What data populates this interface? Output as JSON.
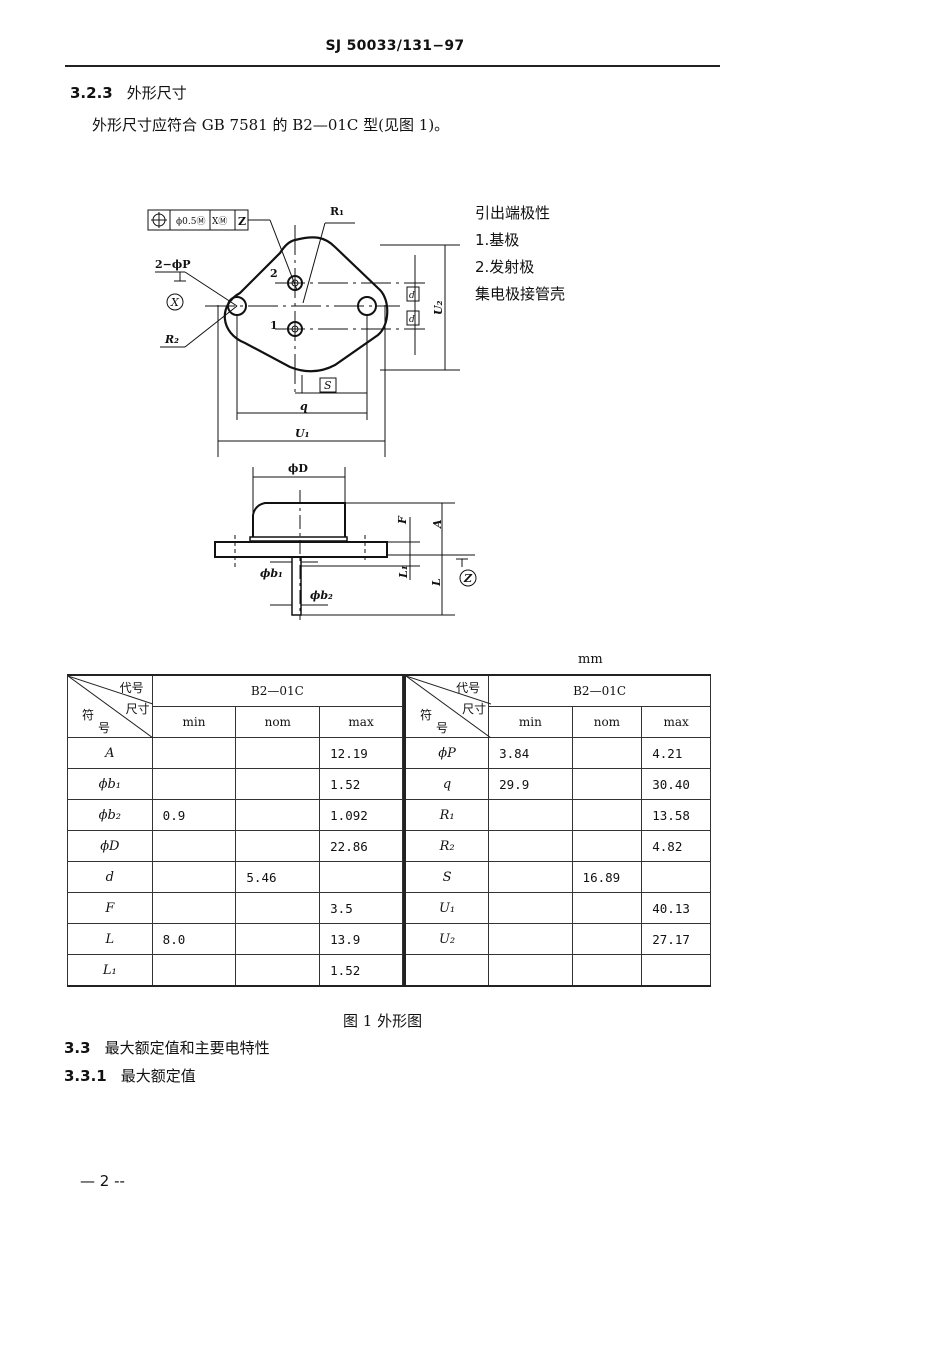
{
  "header": {
    "doc_code": "SJ 50033/131−97"
  },
  "section_323": {
    "number": "3.2.3",
    "title": "外形尺寸",
    "paragraph": "外形尺寸应符合 GB 7581 的 B2—01C 型(见图 1)。"
  },
  "figure": {
    "tolerance_frame": [
      "⊕",
      "ϕ0.5Ⓜ",
      "XⓂ",
      "Z"
    ],
    "labels": {
      "r1": "R₁",
      "r2": "R₂",
      "holes": "2−ϕP",
      "datum_x": "X",
      "pin2": "2",
      "pin1": "1",
      "s": "S",
      "q": "q",
      "u1": "U₁",
      "u2": "U₂",
      "d": "d",
      "phi_d": "ϕD",
      "f": "F",
      "a": "A",
      "l1": "L₁",
      "l": "L",
      "datum_z": "Z",
      "phi_b1": "ϕb₁",
      "phi_b2": "ϕb₂"
    },
    "pin_legend": {
      "title": "引出端极性",
      "items": [
        "1.基极",
        "2.发射极",
        "集电极接管壳"
      ]
    },
    "caption": "图 1   外形图"
  },
  "table": {
    "unit": "mm",
    "corner": {
      "code": "代号",
      "dim": "尺寸",
      "sym_a": "符",
      "sym_b": "号"
    },
    "group": "B2—01C",
    "cols": [
      "min",
      "nom",
      "max"
    ],
    "left": [
      {
        "sym": "A",
        "min": "",
        "nom": "",
        "max": "12.19"
      },
      {
        "sym": "ϕb₁",
        "min": "",
        "nom": "",
        "max": "1.52"
      },
      {
        "sym": "ϕb₂",
        "min": "0.9",
        "nom": "",
        "max": "1.092"
      },
      {
        "sym": "ϕD",
        "min": "",
        "nom": "",
        "max": "22.86"
      },
      {
        "sym": "d",
        "min": "",
        "nom": "5.46",
        "max": ""
      },
      {
        "sym": "F",
        "min": "",
        "nom": "",
        "max": "3.5"
      },
      {
        "sym": "L",
        "min": "8.0",
        "nom": "",
        "max": "13.9"
      },
      {
        "sym": "L₁",
        "min": "",
        "nom": "",
        "max": "1.52"
      }
    ],
    "right": [
      {
        "sym": "ϕP",
        "min": "3.84",
        "nom": "",
        "max": "4.21"
      },
      {
        "sym": "q",
        "min": "29.9",
        "nom": "",
        "max": "30.40"
      },
      {
        "sym": "R₁",
        "min": "",
        "nom": "",
        "max": "13.58"
      },
      {
        "sym": "R₂",
        "min": "",
        "nom": "",
        "max": "4.82"
      },
      {
        "sym": "S",
        "min": "",
        "nom": "16.89",
        "max": ""
      },
      {
        "sym": "U₁",
        "min": "",
        "nom": "",
        "max": "40.13"
      },
      {
        "sym": "U₂",
        "min": "",
        "nom": "",
        "max": "27.17"
      },
      {
        "sym": "",
        "min": "",
        "nom": "",
        "max": ""
      }
    ]
  },
  "section_33": {
    "number": "3.3",
    "title": "最大额定值和主要电特性"
  },
  "section_331": {
    "number": "3.3.1",
    "title": "最大额定值"
  },
  "footer": {
    "page": "—  2  --"
  }
}
